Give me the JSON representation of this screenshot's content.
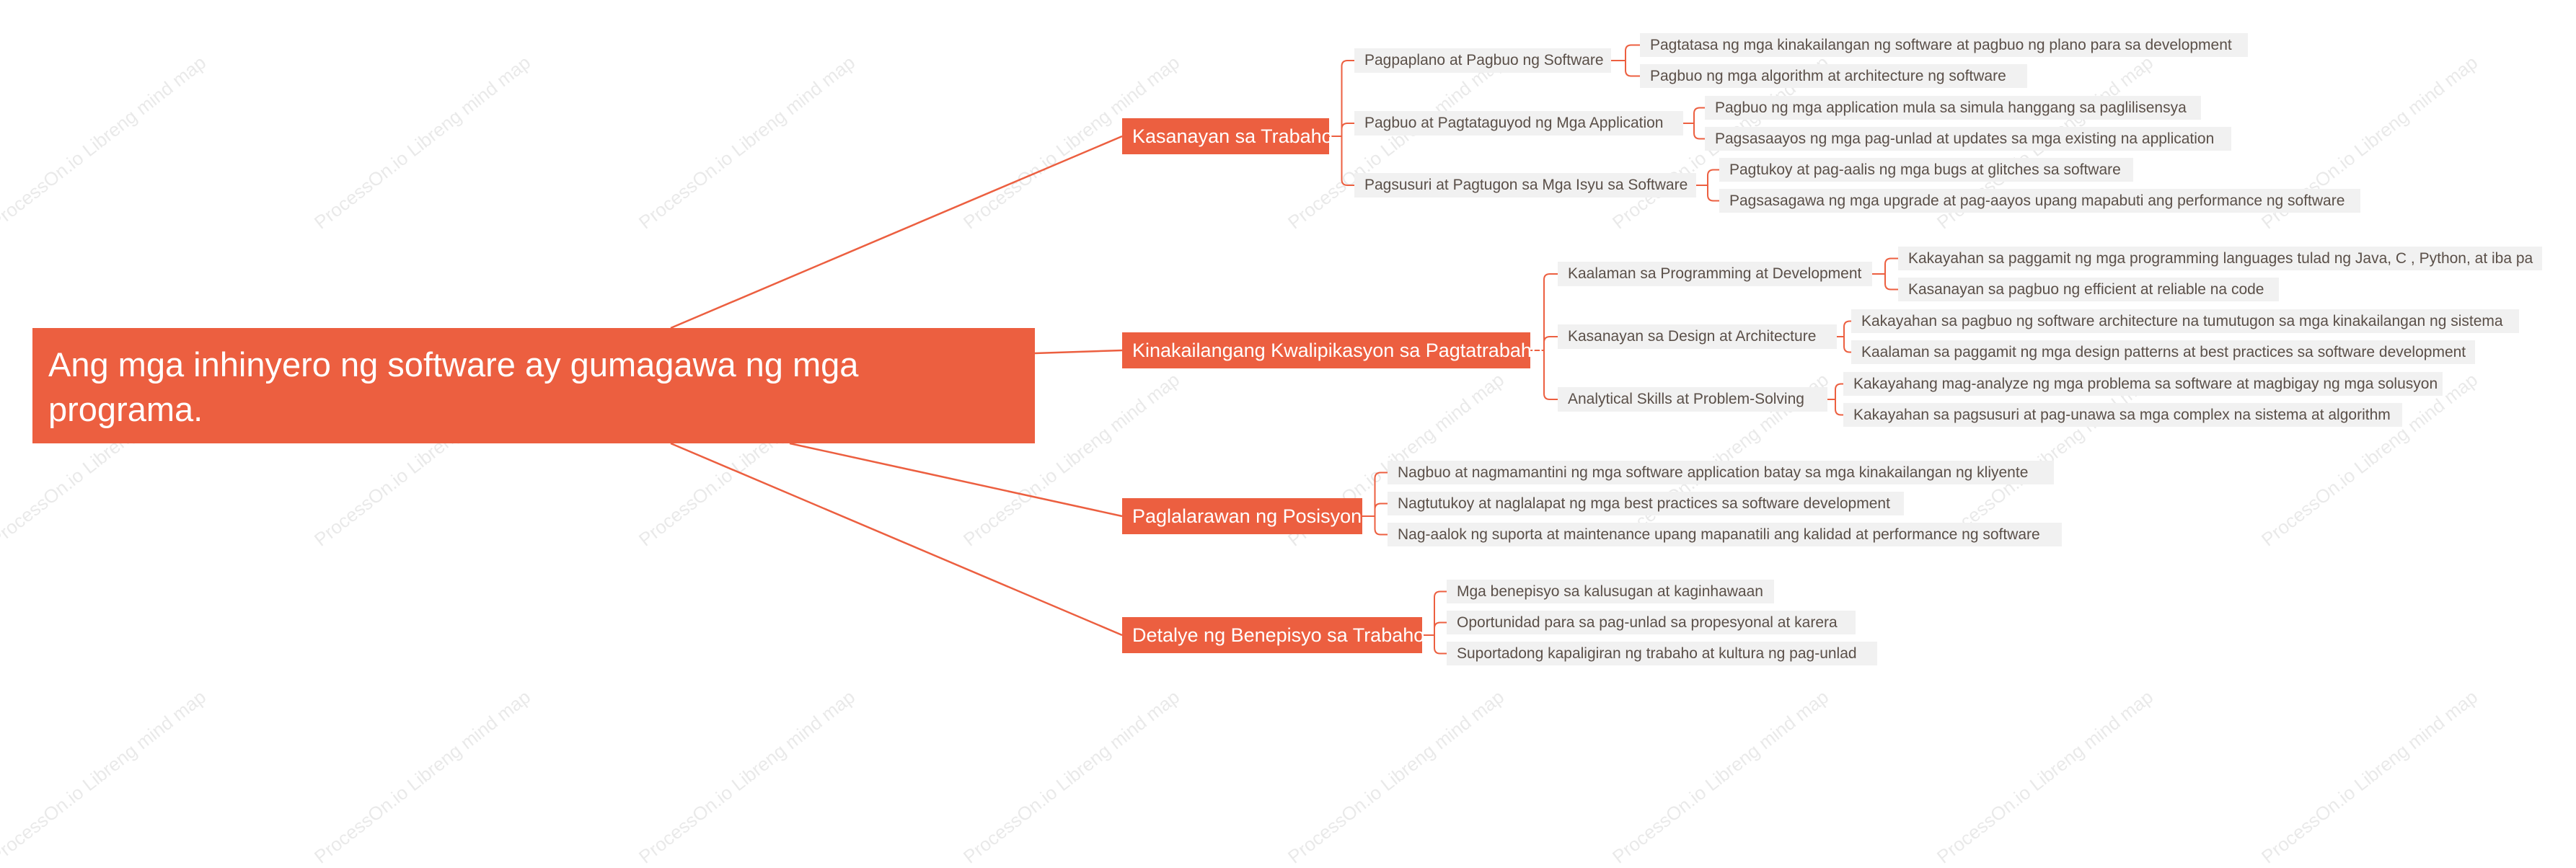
{
  "watermark": "ProcessOn.io Libreng mind map",
  "colors": {
    "accent": "#EC5F40",
    "subtopic_bg": "#f1f1f1",
    "subtopic_text": "#5a4f48"
  },
  "root": {
    "title": "Ang mga inhinyero ng software ay gumagawa ng mga programa."
  },
  "branches": [
    {
      "label": "Kasanayan sa Trabaho",
      "children": [
        {
          "label": "Pagpaplano at Pagbuo ng Software",
          "children": [
            "Pagtatasa ng mga kinakailangan ng software at pagbuo ng plano para sa development",
            "Pagbuo ng mga algorithm at architecture ng software"
          ]
        },
        {
          "label": "Pagbuo at Pagtataguyod ng Mga Application",
          "children": [
            "Pagbuo ng mga application mula sa simula hanggang sa paglilisensya",
            "Pagsasaayos ng mga pag-unlad at updates sa mga existing na application"
          ]
        },
        {
          "label": "Pagsusuri at Pagtugon sa Mga Isyu sa Software",
          "children": [
            "Pagtukoy at pag-aalis ng mga bugs at glitches sa software",
            "Pagsasagawa ng mga upgrade at pag-aayos upang mapabuti ang performance ng software"
          ]
        }
      ]
    },
    {
      "label": "Kinakailangang Kwalipikasyon sa Pagtatrabaho",
      "children": [
        {
          "label": "Kaalaman sa Programming at Development",
          "children": [
            "Kakayahan sa paggamit ng mga programming languages tulad ng Java, C , Python, at iba pa",
            "Kasanayan sa pagbuo ng efficient at reliable na code"
          ]
        },
        {
          "label": "Kasanayan sa Design at Architecture",
          "children": [
            "Kakayahan sa pagbuo ng software architecture na tumutugon sa mga kinakailangan ng sistema",
            "Kaalaman sa paggamit ng mga design patterns at best practices sa software development"
          ]
        },
        {
          "label": "Analytical Skills at Problem-Solving",
          "children": [
            "Kakayahang mag-analyze ng mga problema sa software at magbigay ng mga solusyon",
            "Kakayahan sa pagsusuri at pag-unawa sa mga complex na sistema at algorithm"
          ]
        }
      ]
    },
    {
      "label": "Paglalarawan ng Posisyon",
      "children": [
        {
          "label": "Nagbuo at nagmamantini ng mga software application batay sa mga kinakailangan ng kliyente"
        },
        {
          "label": "Nagtutukoy at naglalapat ng mga best practices sa software development"
        },
        {
          "label": "Nag-aalok ng suporta at maintenance upang mapanatili ang kalidad at performance ng software"
        }
      ]
    },
    {
      "label": "Detalye ng Benepisyo sa Trabaho",
      "children": [
        {
          "label": "Mga benepisyo sa kalusugan at kaginhawaan"
        },
        {
          "label": "Oportunidad para sa pag-unlad sa propesyonal at karera"
        },
        {
          "label": "Suportadong kapaligiran ng trabaho at kultura ng pag-unlad"
        }
      ]
    }
  ]
}
